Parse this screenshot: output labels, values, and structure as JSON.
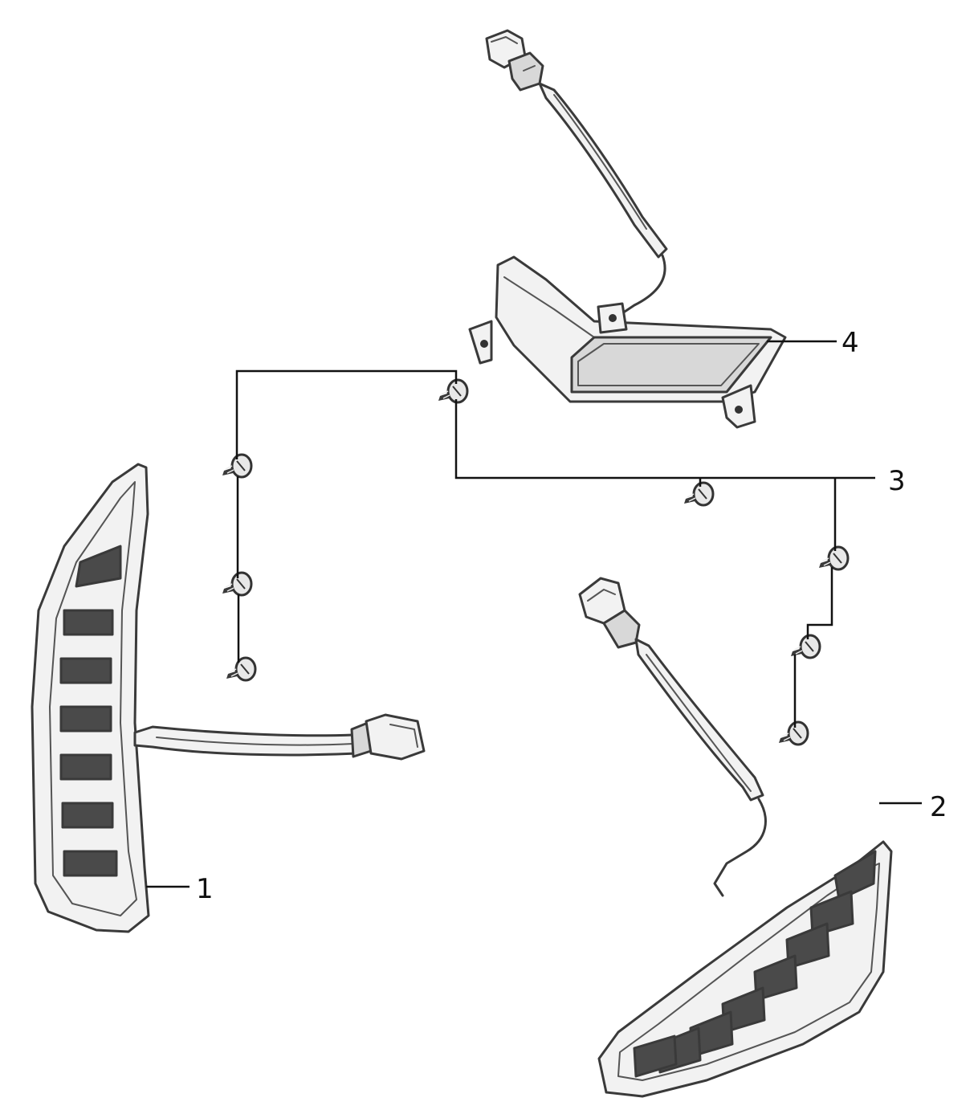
{
  "callouts": {
    "c1": "1",
    "c2": "2",
    "c3": "3",
    "c4": "4"
  },
  "parts": [
    {
      "callout": "1",
      "icon": "left-turn-signal-lamp-icon"
    },
    {
      "callout": "2",
      "icon": "right-turn-signal-lamp-icon"
    },
    {
      "callout": "3",
      "icon": "screw-icon"
    },
    {
      "callout": "4",
      "icon": "license-plate-lamp-icon"
    }
  ],
  "colors": {
    "line": "#3a3a3a",
    "leader": "#111111",
    "background": "#ffffff"
  }
}
